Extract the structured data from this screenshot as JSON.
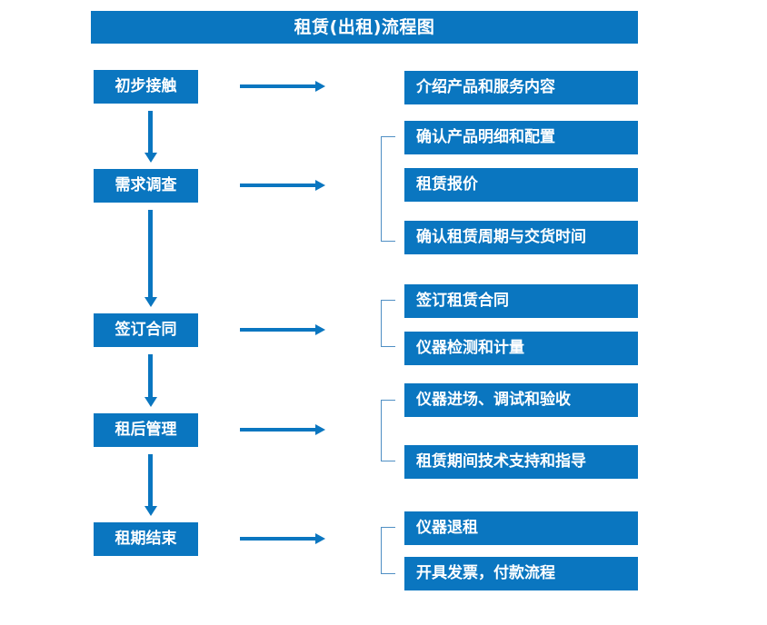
{
  "diagram": {
    "title": "租赁(出租)流程图",
    "accent_color": "#0a76c0",
    "bracket_color": "#4f8fc4",
    "background_color": "#ffffff",
    "text_color": "#ffffff"
  },
  "stages": [
    {
      "label": "初步接触"
    },
    {
      "label": "需求调查"
    },
    {
      "label": "签订合同"
    },
    {
      "label": "租后管理"
    },
    {
      "label": "租期结束"
    }
  ],
  "details": [
    {
      "label": "介绍产品和服务内容"
    },
    {
      "label": "确认产品明细和配置"
    },
    {
      "label": "租赁报价"
    },
    {
      "label": "确认租赁周期与交货时间"
    },
    {
      "label": "签订租赁合同"
    },
    {
      "label": "仪器检测和计量"
    },
    {
      "label": "仪器进场、调试和验收"
    },
    {
      "label": "租赁期间技术支持和指导"
    },
    {
      "label": "仪器退租"
    },
    {
      "label": "开具发票，付款流程"
    }
  ],
  "chart_data": {
    "type": "diagram",
    "title": "租赁(出租)流程图",
    "flow": [
      {
        "stage": "初步接触",
        "details": [
          "介绍产品和服务内容"
        ]
      },
      {
        "stage": "需求调查",
        "details": [
          "确认产品明细和配置",
          "租赁报价",
          "确认租赁周期与交货时间"
        ]
      },
      {
        "stage": "签订合同",
        "details": [
          "签订租赁合同",
          "仪器检测和计量"
        ]
      },
      {
        "stage": "租后管理",
        "details": [
          "仪器进场、调试和验收",
          "租赁期间技术支持和指导"
        ]
      },
      {
        "stage": "租期结束",
        "details": [
          "仪器退租",
          "开具发票，付款流程"
        ]
      }
    ]
  }
}
